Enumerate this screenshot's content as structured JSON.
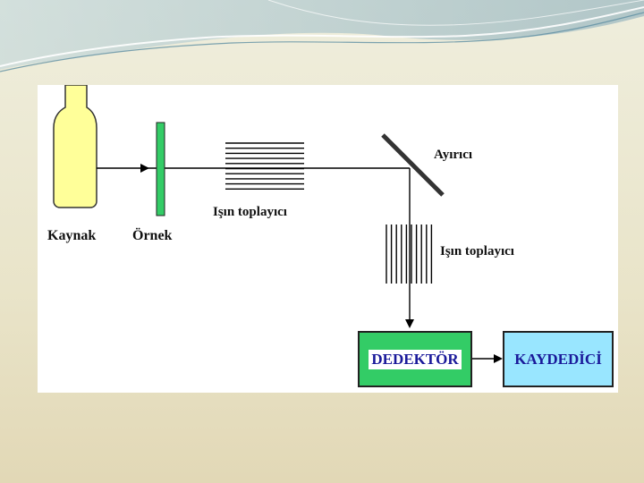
{
  "labels": {
    "source": "Kaynak",
    "sample": "Örnek",
    "collector_1": "Işın toplayıcı",
    "splitter": "Ayırıcı",
    "collector_2": "Işın toplayıcı"
  },
  "boxes": {
    "detector": "DEDEKTÖR",
    "recorder": "KAYDEDİCİ"
  },
  "colors": {
    "source_fill": "#ffff99",
    "sample_fill": "#33cc66",
    "detector_fill": "#33cc66",
    "recorder_fill": "#99e6ff",
    "line": "#000000"
  }
}
